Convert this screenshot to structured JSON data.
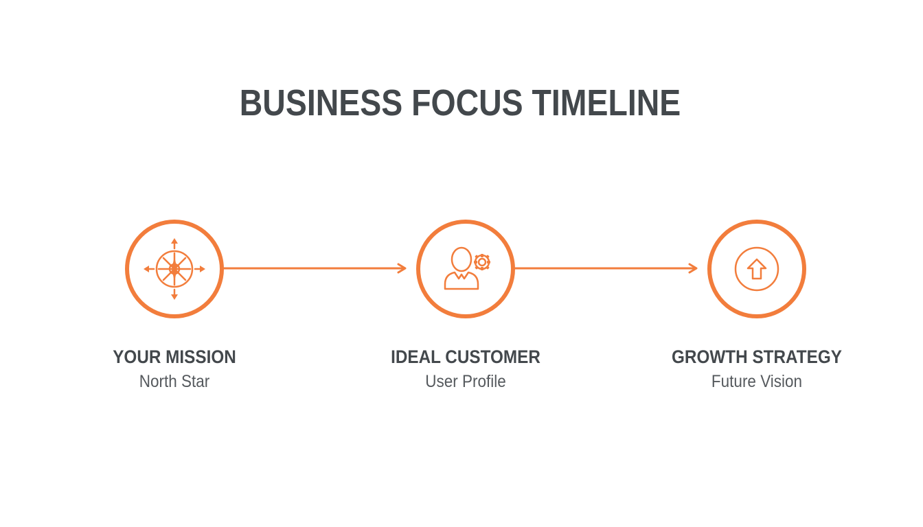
{
  "title": "BUSINESS FOCUS TIMELINE",
  "accent_color": "#f27d3c",
  "text_color": "#43484c",
  "steps": [
    {
      "title": "YOUR MISSION",
      "subtitle": "North Star",
      "icon": "compass-icon"
    },
    {
      "title": "IDEAL CUSTOMER",
      "subtitle": "User Profile",
      "icon": "user-gear-icon"
    },
    {
      "title": "GROWTH STRATEGY",
      "subtitle": "Future Vision",
      "icon": "up-arrow-circle-icon"
    }
  ]
}
